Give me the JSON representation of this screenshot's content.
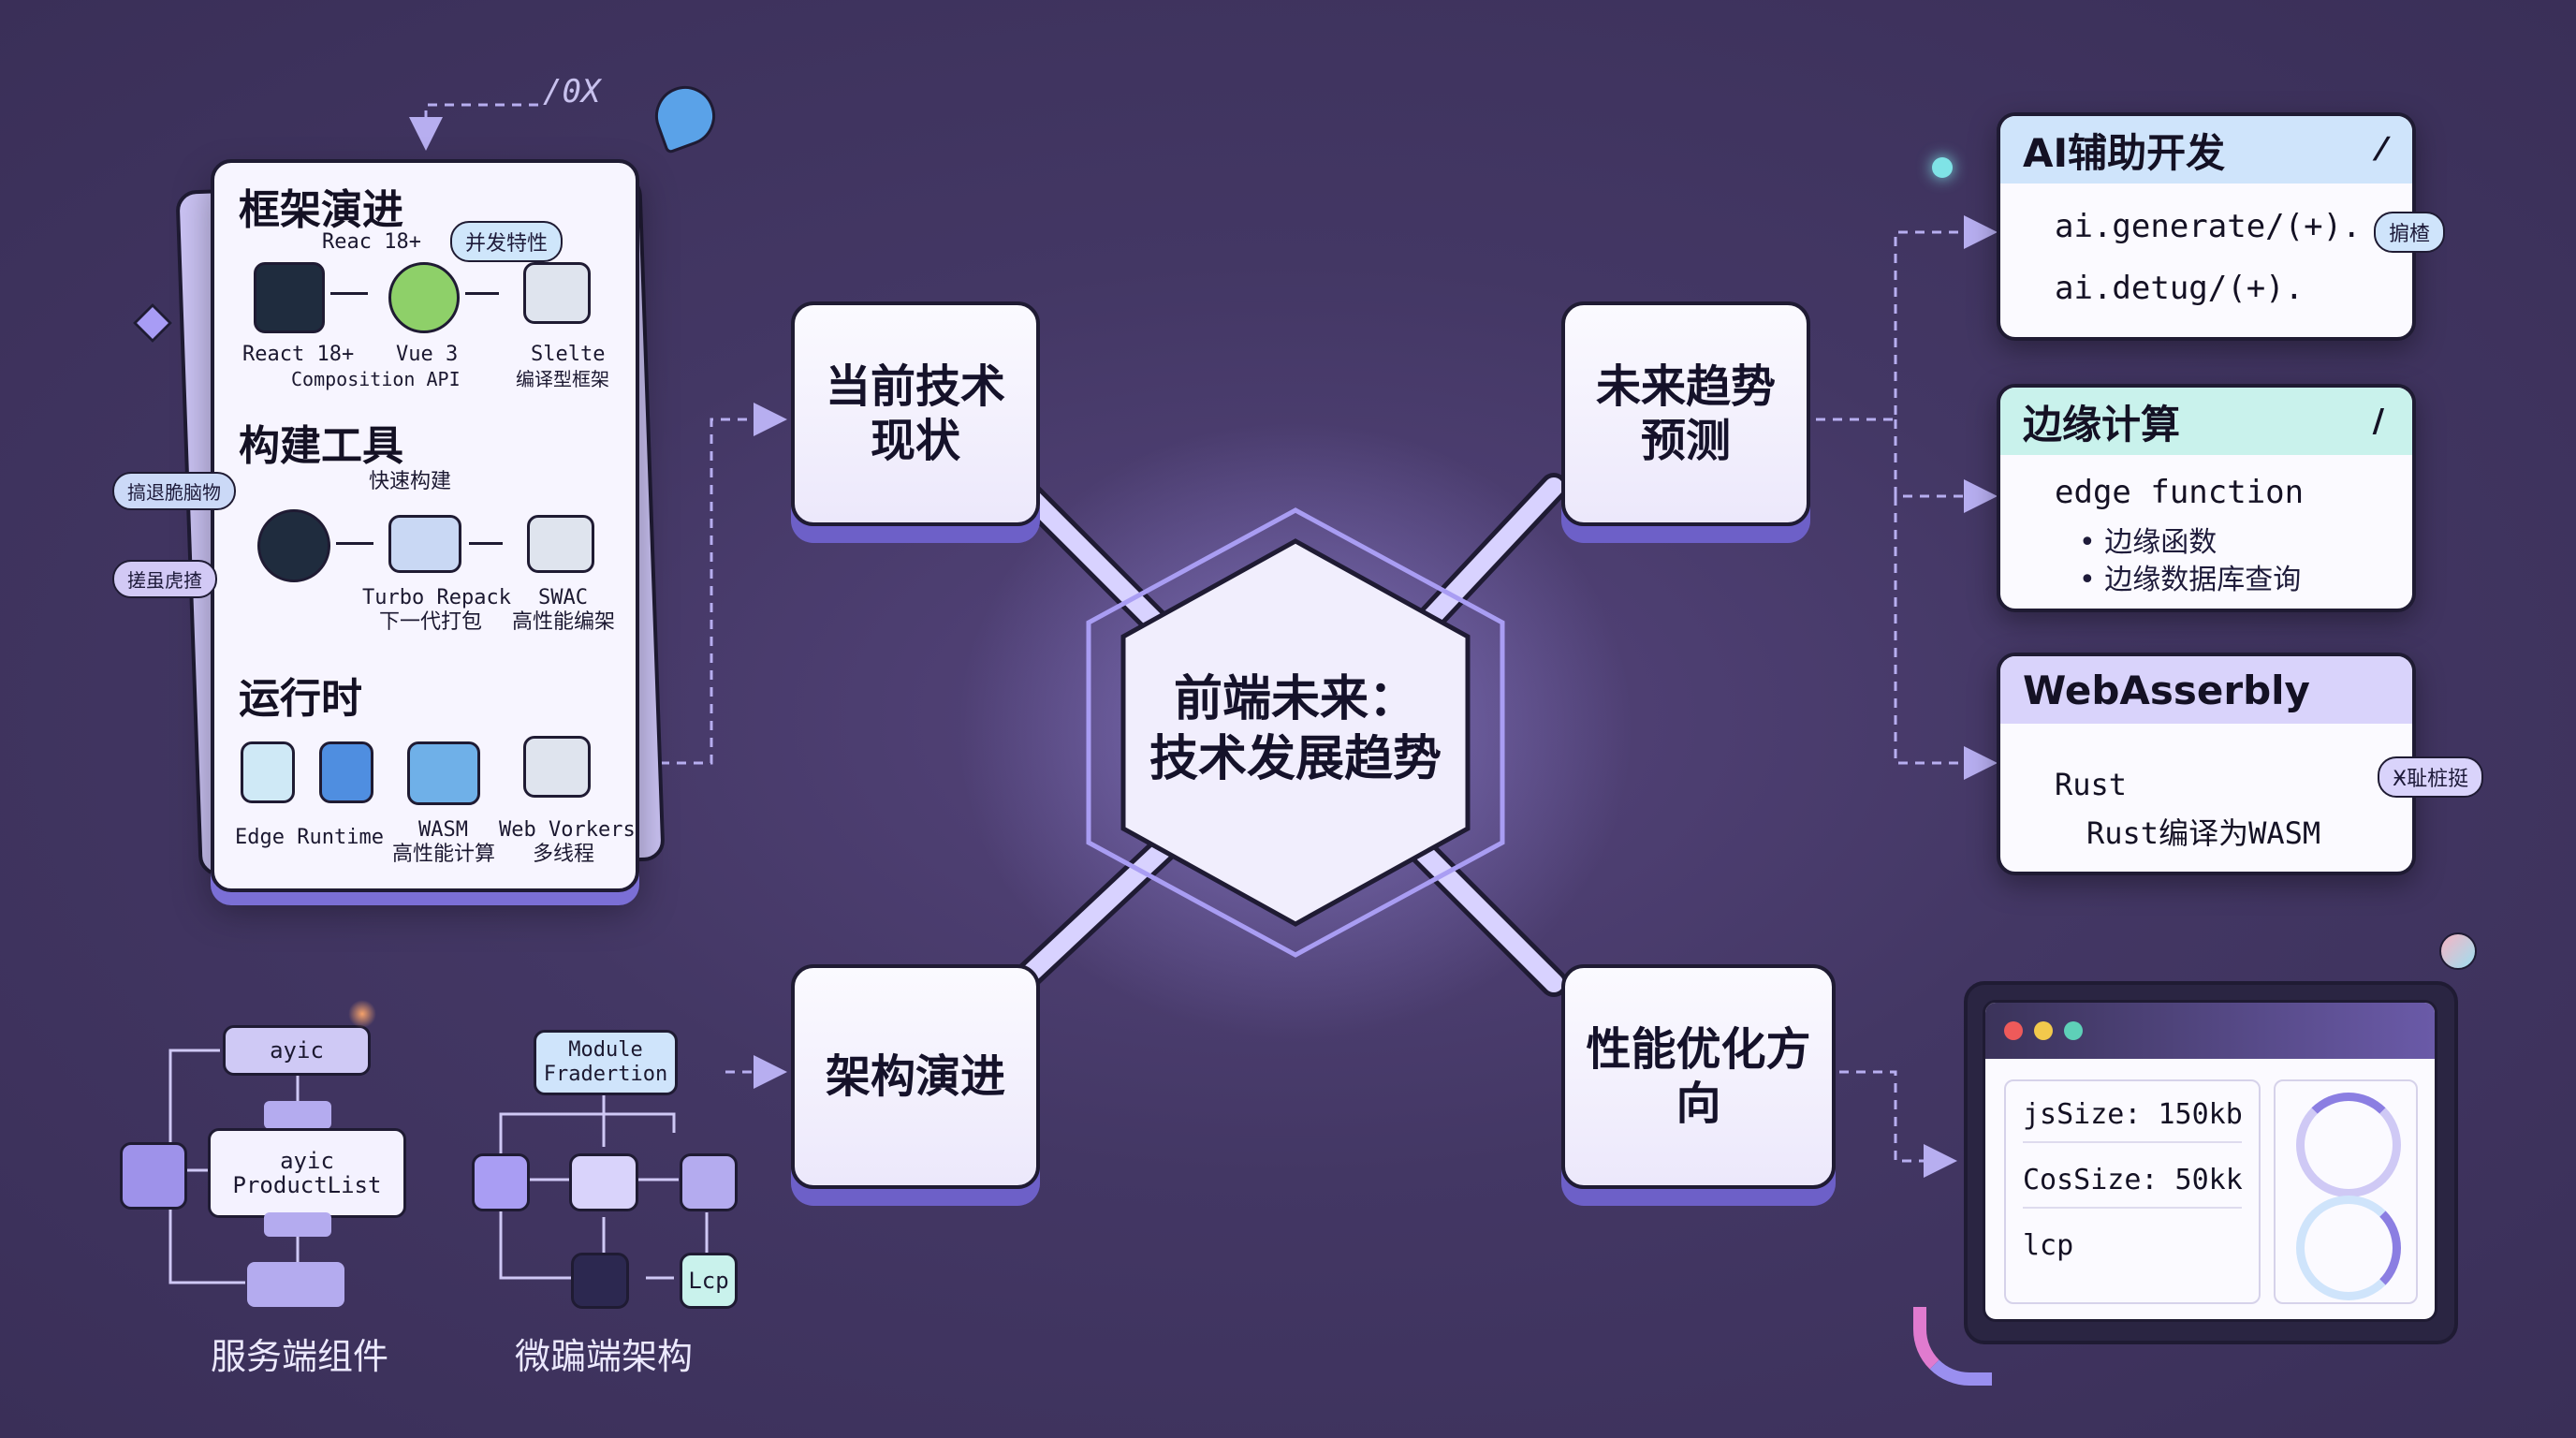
{
  "center": {
    "line1": "前端未来：",
    "line2": "技术发展趋势"
  },
  "topics": {
    "current": {
      "line1": "当前技术",
      "line2": "现状"
    },
    "future": {
      "line1": "未来趋势",
      "line2": "预测"
    },
    "architecture": {
      "line1": "架构演进"
    },
    "performance": {
      "line1": "性能优化方向"
    }
  },
  "left_card": {
    "deco_text": "/0X",
    "framework": {
      "title": "框架演进",
      "react_top": "Reac 18+",
      "concurrent_badge": "并发特性",
      "react": "React 18+",
      "vue": "Vue 3",
      "vue_sub": "Composition API",
      "svelte": "Slelte",
      "svelte_sub": "编译型框架"
    },
    "build": {
      "title": "构建工具",
      "fast_build": "快速构建",
      "side_tag1": "搞退脆脑物",
      "side_tag2": "搓虽虎揸",
      "turbo": "Turbo Repack",
      "turbo_sub": "下一代打包",
      "swc": "SWAC",
      "swc_sub": "高性能编架"
    },
    "runtime": {
      "title": "运行时",
      "edge": "Edge Runtime",
      "wasm": "WASM",
      "wasm_sub": "高性能计算",
      "workers": "Web Vorkers",
      "workers_sub": "多线程"
    }
  },
  "server_components": {
    "ayic_top": "ayic",
    "ayic_main_1": "ayic",
    "ayic_main_2": "ProductList",
    "caption": "服务端组件"
  },
  "micro_frontend": {
    "module_1": "Module",
    "module_2": "Fradertion",
    "lcp": "Lcp",
    "caption": "微蹁端架构"
  },
  "right_cards": {
    "ai": {
      "title": "AI辅助开发",
      "line1": "ai.generate/(+).",
      "line2": "ai.detug/(+).",
      "tag": "掮楂",
      "mark": "⁄"
    },
    "edge": {
      "title": "边缘计算",
      "code": "edge function",
      "bullet1": "边缘函数",
      "bullet2": "边缘数据库查询",
      "mark": "/"
    },
    "wasm": {
      "title": "WebAsserbly",
      "line1": "Rust",
      "line2": "Rust编译为WASM",
      "tag": "Ӿ耻桩挺"
    }
  },
  "perf_window": {
    "js": "jsSize: 150kb",
    "css": "CosSize: 50kk",
    "lcp": "lcp"
  },
  "colors": {
    "background": "#433764",
    "card": "#f7f5ff",
    "accent_purple": "#7b6fd6",
    "header_blue": "#cfe4fb",
    "header_teal": "#c9f2ec",
    "header_lavender": "#d9d3fb",
    "outline": "#1f1b33"
  }
}
